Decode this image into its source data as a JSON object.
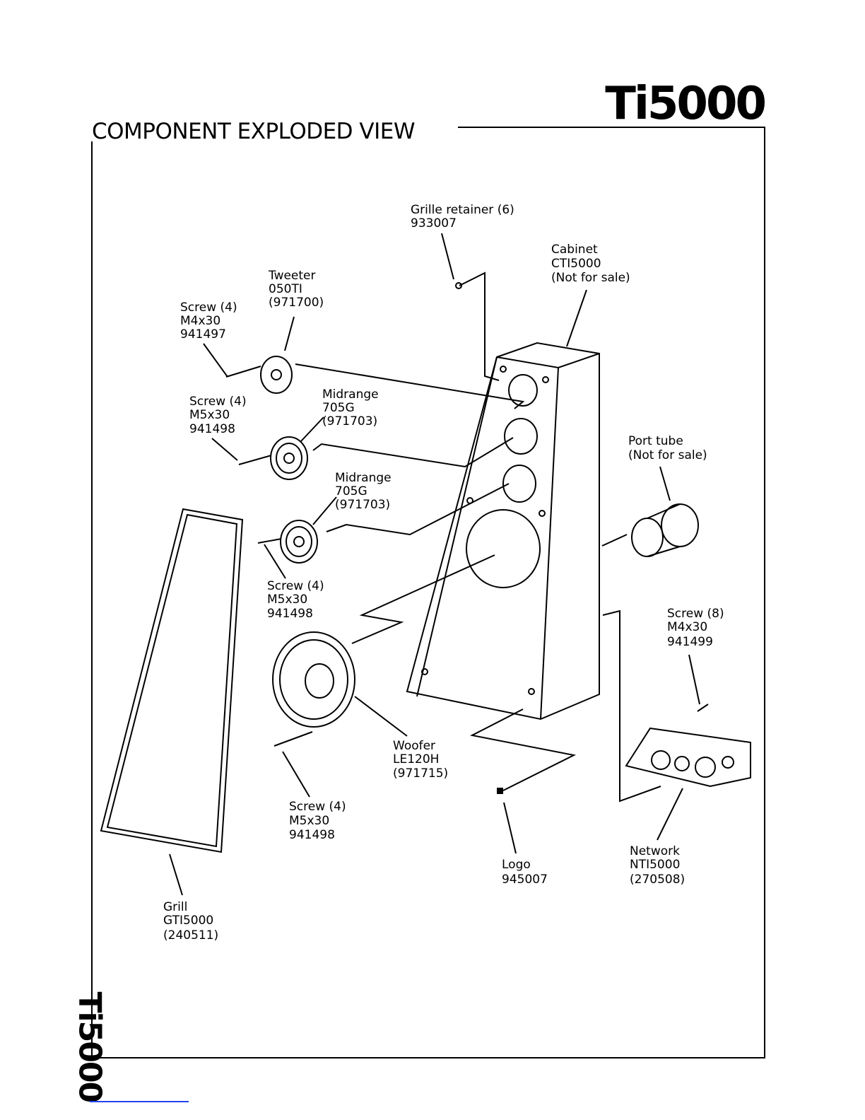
{
  "model": "Ti5000",
  "heading": "COMPONENT EXPLODED VIEW",
  "side_model": "Ti5000",
  "labels": {
    "grille_retainer": [
      "Grille retainer (6)",
      "933007"
    ],
    "cabinet": [
      "Cabinet",
      "CTI5000",
      "(Not for sale)"
    ],
    "tweeter": [
      "Tweeter",
      "050TI",
      "(971700)"
    ],
    "screw_m4_tweeter": [
      "Screw (4)",
      "M4x30",
      "941497"
    ],
    "screw_m5_mid1": [
      "Screw (4)",
      "M5x30",
      "941498"
    ],
    "midrange1": [
      "Midrange",
      "705G",
      "(971703)"
    ],
    "midrange2": [
      "Midrange",
      "705G",
      "(971703)"
    ],
    "port_tube": [
      "Port tube",
      "(Not for sale)"
    ],
    "screw_m5_mid2": [
      "Screw (4)",
      "M5x30",
      "941498"
    ],
    "screw_m4_network": [
      "Screw (8)",
      "M4x30",
      "941499"
    ],
    "woofer": [
      "Woofer",
      "LE120H",
      "(971715)"
    ],
    "screw_m5_woofer": [
      "Screw (4)",
      "M5x30",
      "941498"
    ],
    "network": [
      "Network",
      "NTI5000",
      "(270508)"
    ],
    "logo": [
      "Logo",
      "945007"
    ],
    "grill": [
      "Grill",
      "GTI5000",
      "(240511)"
    ]
  }
}
